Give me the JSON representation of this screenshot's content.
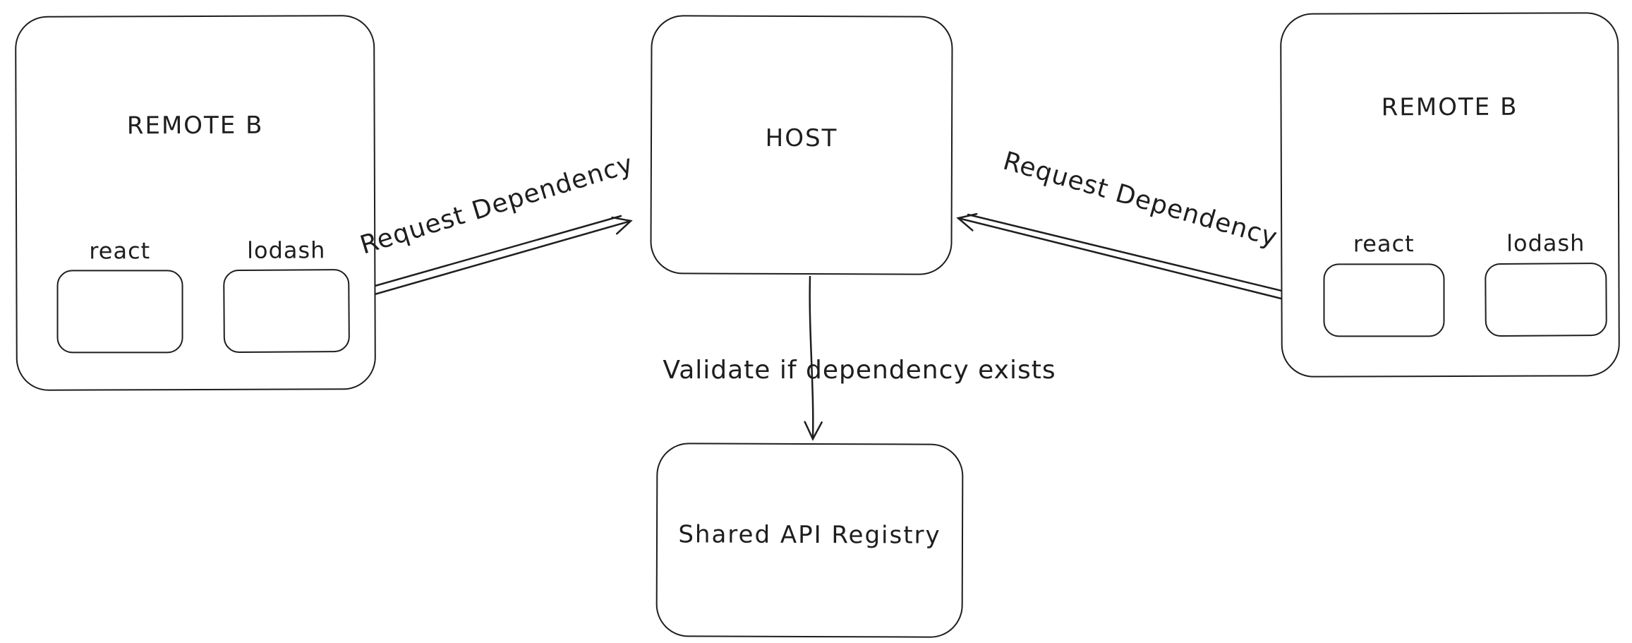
{
  "diagram": {
    "background": "#ffffff",
    "stroke_color": "#1e1e1e",
    "nodes": {
      "remote_left": {
        "title": "REMOTE B",
        "packages": [
          "react",
          "lodash"
        ]
      },
      "host": {
        "title": "HOST"
      },
      "remote_right": {
        "title": "REMOTE B",
        "packages": [
          "react",
          "lodash"
        ]
      },
      "registry": {
        "title": "Shared API Registry"
      }
    },
    "edges": {
      "left_request": {
        "label": "Request Dependency"
      },
      "right_request": {
        "label": "Request Dependency"
      },
      "validate": {
        "label": "Validate if dependency exists"
      }
    }
  }
}
